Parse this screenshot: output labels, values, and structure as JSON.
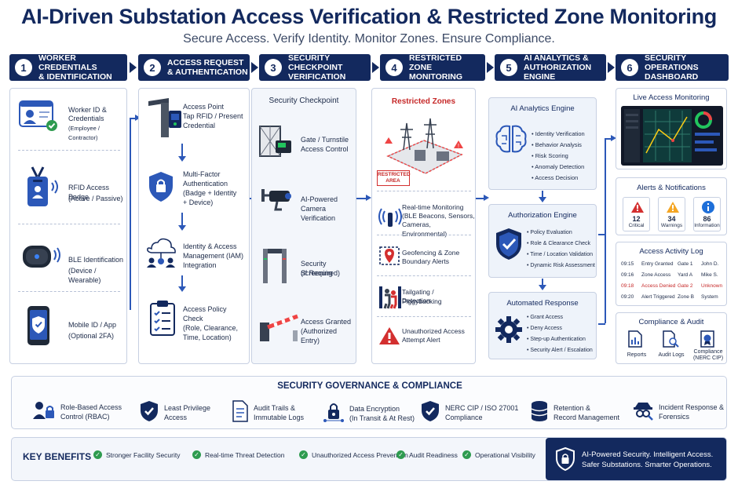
{
  "title": "AI-Driven Substation Access Verification & Restricted Zone Monitoring",
  "subtitle": "Secure Access. Verify Identity. Monitor Zones. Ensure Compliance.",
  "steps": [
    {
      "num": "1",
      "label_1": "WORKER CREDENTIALS",
      "label_2": "& IDENTIFICATION"
    },
    {
      "num": "2",
      "label_1": "ACCESS REQUEST",
      "label_2": "& AUTHENTICATION"
    },
    {
      "num": "3",
      "label_1": "SECURITY CHECKPOINT",
      "label_2": "VERIFICATION"
    },
    {
      "num": "4",
      "label_1": "RESTRICTED ZONE",
      "label_2": "MONITORING"
    },
    {
      "num": "5",
      "label_1": "AI ANALYTICS &",
      "label_2": "AUTHORIZATION ENGINE"
    },
    {
      "num": "6",
      "label_1": "SECURITY OPERATIONS",
      "label_2": "DASHBOARD"
    }
  ],
  "credentials": [
    {
      "l1": "Worker ID &",
      "l2": "Credentials",
      "l3": "(Employee / Contractor)",
      "icon": "id-card-icon"
    },
    {
      "l1": "RFID Access Badge",
      "l2": "(Active / Passive)",
      "icon": "rfid-badge-icon"
    },
    {
      "l1": "BLE Identification",
      "l2": "(Device / Wearable)",
      "icon": "ble-tag-icon"
    },
    {
      "l1": "Mobile ID / App",
      "l2": "(Optional 2FA)",
      "icon": "mobile-phone-icon"
    }
  ],
  "access_request": [
    {
      "l1": "Access Point",
      "l2": "Tap RFID / Present",
      "l3": "Credential",
      "icon": "turnstile-reader-icon"
    },
    {
      "l1": "Multi-Factor",
      "l2": "Authentication",
      "l3": "(Badge + Identity",
      "l4": "+ Device)",
      "icon": "shield-lock-icon"
    },
    {
      "l1": "Identity & Access",
      "l2": "Management (IAM)",
      "l3": "Integration",
      "icon": "cloud-users-icon"
    },
    {
      "l1": "Access Policy",
      "l2": "Check",
      "l3": "(Role, Clearance,",
      "l4": "Time, Location)",
      "icon": "clipboard-checklist-icon"
    }
  ],
  "checkpoint": {
    "header": "Security Checkpoint",
    "items": [
      {
        "l1": "Gate / Turnstile",
        "l2": "Access Control",
        "icon": "gate-turnstile-icon"
      },
      {
        "l1": "AI-Powered",
        "l2": "Camera",
        "l3": "Verification",
        "icon": "cctv-camera-icon"
      },
      {
        "l1": "Security Screening",
        "l2": "(If Required)",
        "icon": "metal-detector-icon"
      },
      {
        "l1": "Access Granted",
        "l2": "(Authorized Entry)",
        "icon": "barrier-gate-icon"
      }
    ]
  },
  "restricted": {
    "header": "Restricted Zones",
    "area_label_1": "RESTRICTED",
    "area_label_2": "AREA",
    "items": [
      {
        "l1": "Real-time Monitoring",
        "l2": "(BLE Beacons, Sensors,",
        "l3": "Cameras, Environmental)",
        "icon": "beacon-signal-icon"
      },
      {
        "l1": "Geofencing & Zone",
        "l2": "Boundary Alerts",
        "icon": "geofence-pin-icon"
      },
      {
        "l1": "Tailgating / Piggybacking",
        "l2": "Detection",
        "icon": "tailgating-people-icon"
      },
      {
        "l1": "Unauthorized Access",
        "l2": "Attempt Alert",
        "icon": "warning-triangle-icon"
      }
    ]
  },
  "ai_engine": {
    "title": "AI Analytics Engine",
    "items": [
      "Identity Verification",
      "Behavior Analysis",
      "Risk Scoring",
      "Anomaly Detection",
      "Access Decision"
    ]
  },
  "auth_engine": {
    "title": "Authorization Engine",
    "items": [
      "Policy Evaluation",
      "Role & Clearance Check",
      "Time / Location Validation",
      "Dynamic Risk Assessment"
    ]
  },
  "auto_response": {
    "title": "Automated Response",
    "items": [
      "Grant Access",
      "Deny Access",
      "Step-up Authentication",
      "Security Alert / Escalation"
    ]
  },
  "dashboard": {
    "live_title": "Live Access Monitoring",
    "alerts_title": "Alerts & Notifications",
    "alerts": [
      {
        "count": "12",
        "label": "Critical",
        "color": "#d32f2f"
      },
      {
        "count": "34",
        "label": "Warnings",
        "color": "#f5a623"
      },
      {
        "count": "86",
        "label": "Information",
        "color": "#1e6fd9"
      }
    ],
    "log_title": "Access Activity Log",
    "log": [
      {
        "time": "09:15",
        "event": "Entry Granted",
        "gate": "Gate 1",
        "user": "John D.",
        "alert": false
      },
      {
        "time": "09:16",
        "event": "Zone Access",
        "gate": "Yard A",
        "user": "Mike S.",
        "alert": false
      },
      {
        "time": "09:18",
        "event": "Access Denied",
        "gate": "Gate 2",
        "user": "Unknown",
        "alert": true
      },
      {
        "time": "09:20",
        "event": "Alert Triggered",
        "gate": "Zone B",
        "user": "System",
        "alert": false
      }
    ],
    "compliance_title": "Compliance & Audit",
    "compliance": [
      {
        "l1": "Reports",
        "icon": "report-doc-icon"
      },
      {
        "l1": "Audit Logs",
        "icon": "audit-log-icon"
      },
      {
        "l1": "Compliance",
        "l2": "(NERC CIP)",
        "icon": "compliance-badge-icon"
      }
    ]
  },
  "governance": {
    "title": "SECURITY GOVERNANCE & COMPLIANCE",
    "items": [
      {
        "l1": "Role-Based Access",
        "l2": "Control (RBAC)",
        "icon": "rbac-users-icon"
      },
      {
        "l1": "Least Privilege",
        "l2": "Access",
        "icon": "least-privilege-shield-icon"
      },
      {
        "l1": "Audit Trails &",
        "l2": "Immutable Logs",
        "icon": "audit-trail-icon"
      },
      {
        "l1": "Data Encryption",
        "l2": "(In Transit & At Rest)",
        "icon": "encryption-lock-icon"
      },
      {
        "l1": "NERC CIP / ISO 27001",
        "l2": "Compliance",
        "icon": "compliance-shield-icon"
      },
      {
        "l1": "Retention &",
        "l2": "Record Management",
        "icon": "database-icon"
      },
      {
        "l1": "Incident Response &",
        "l2": "Forensics",
        "icon": "forensics-detective-icon"
      }
    ]
  },
  "benefits": {
    "title": "KEY BENEFITS",
    "items": [
      "Stronger Facility Security",
      "Real-time Threat Detection",
      "Unauthorized Access Prevention",
      "Audit Readiness",
      "Operational Visibility"
    ],
    "banner_1": "AI-Powered Security. Intelligent Access.",
    "banner_2": "Safer Substations. Smarter Operations."
  },
  "colors": {
    "navy": "#13295e",
    "accent_blue": "#2c58b8",
    "alert_red": "#d32f2f",
    "success_green": "#2e9b4f"
  }
}
